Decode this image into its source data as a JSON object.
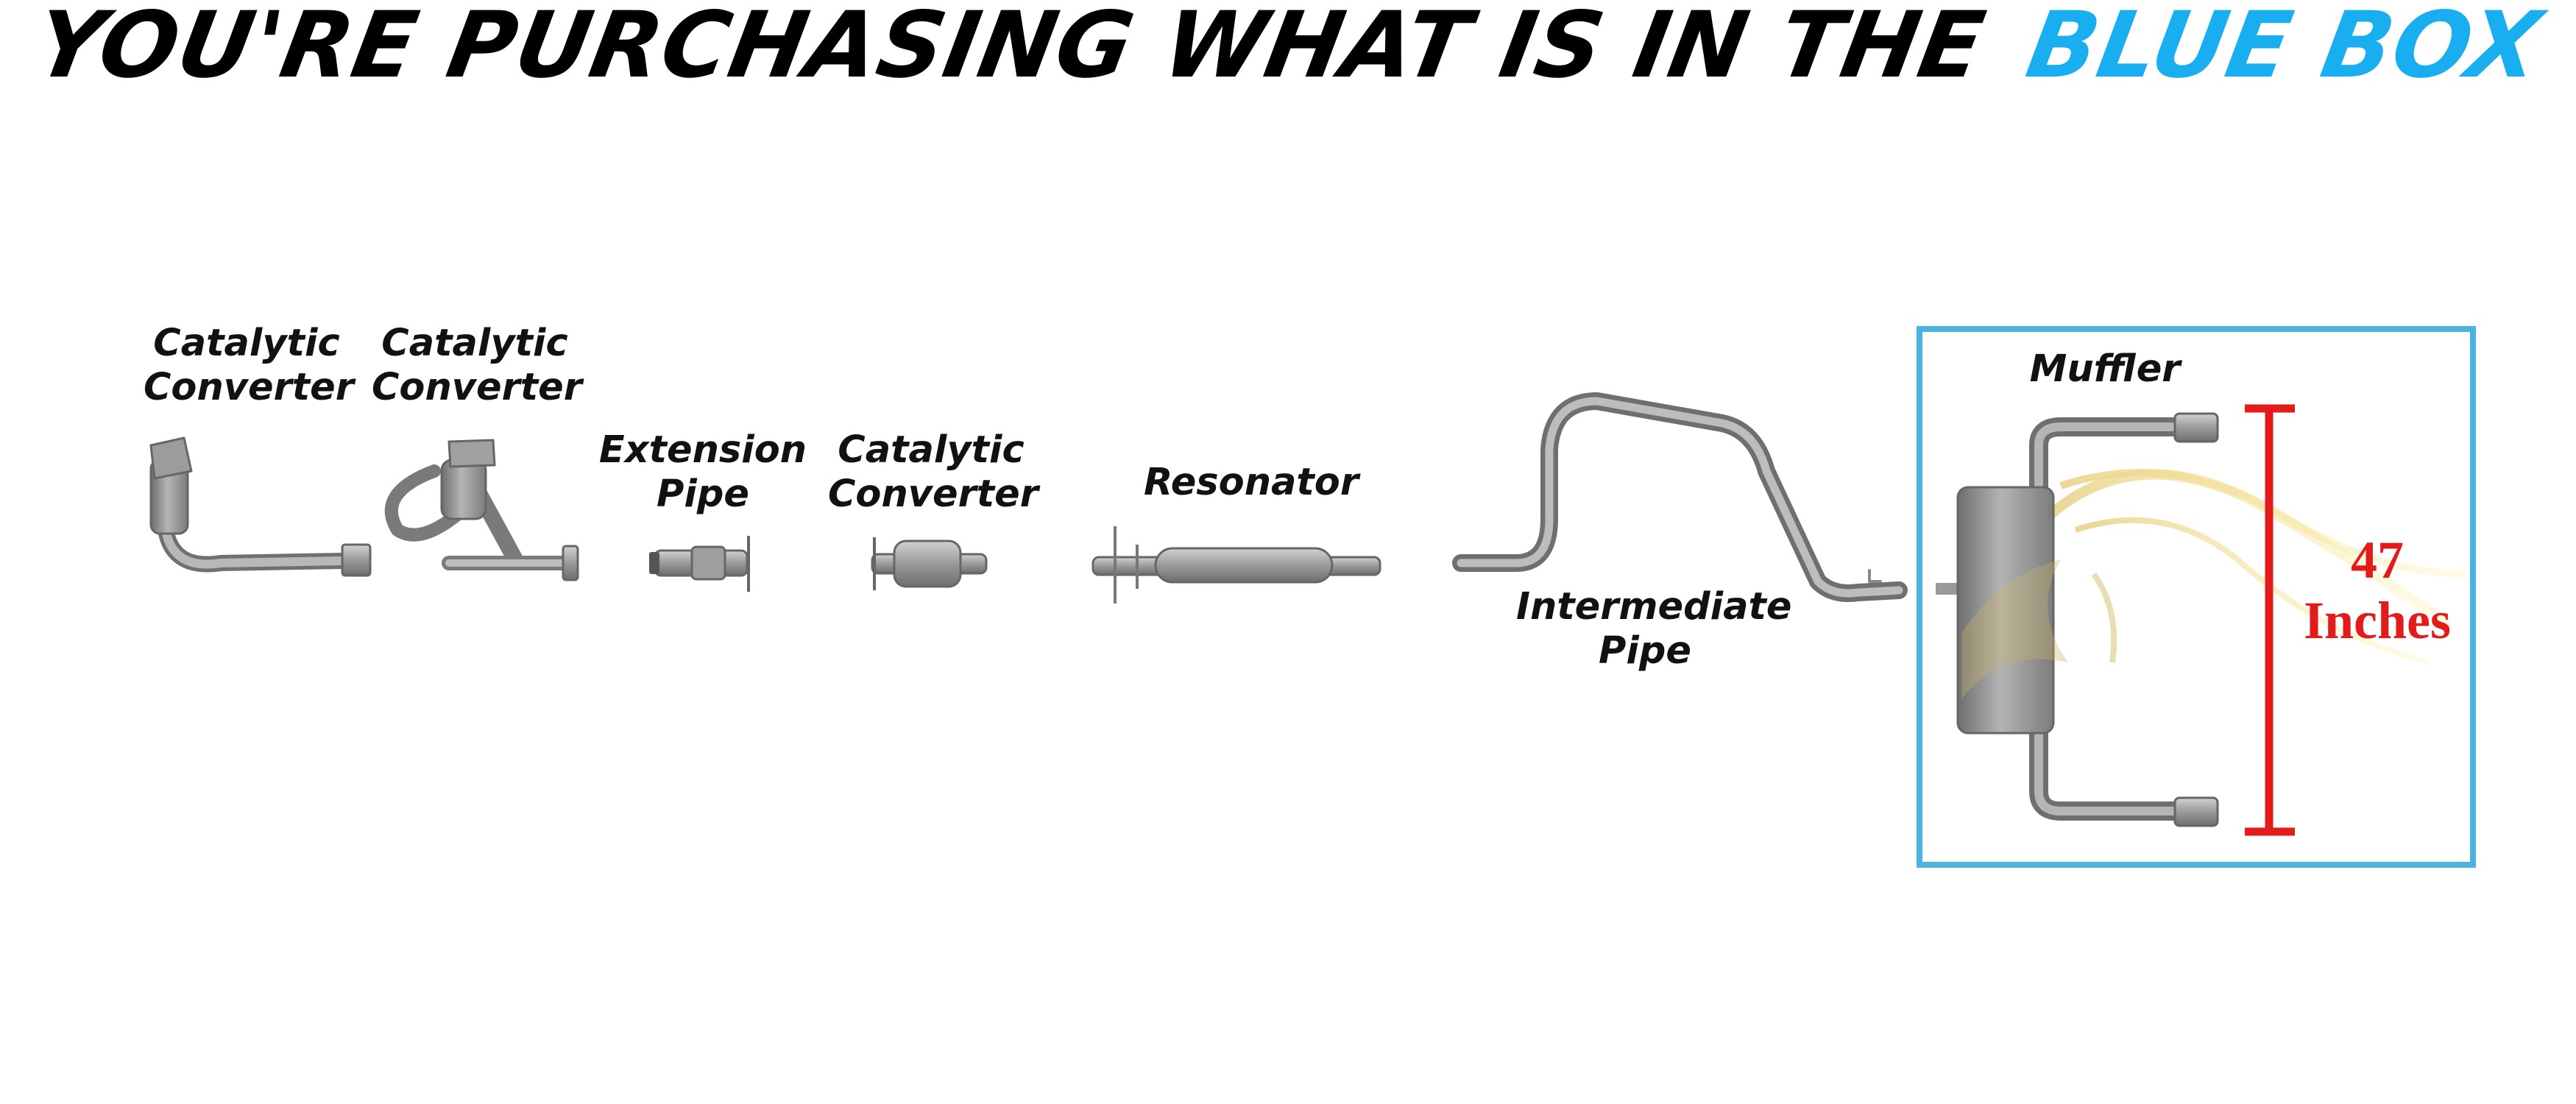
{
  "headline": {
    "prefix": "YOU'RE PURCHASING WHAT IS IN THE",
    "highlight": "BLUE BOX"
  },
  "colors": {
    "accent": "#19AEEF",
    "box_border": "#4AB3E0",
    "dimension": "#E41B1B",
    "part_metal": "#9A9A9A",
    "part_shadow": "#6E6E6E"
  },
  "parts": [
    {
      "id": "cat1",
      "icon": "catalytic-converter-icon",
      "lines": [
        "Catalytic",
        "Converter"
      ],
      "in_box": false
    },
    {
      "id": "cat2",
      "icon": "y-pipe-catalytic-converter-icon",
      "lines": [
        "Catalytic",
        "Converter"
      ],
      "in_box": false
    },
    {
      "id": "ext",
      "icon": "extension-pipe-icon",
      "lines": [
        "Extension",
        "Pipe"
      ],
      "in_box": false
    },
    {
      "id": "cat3",
      "icon": "catalytic-converter-icon",
      "lines": [
        "Catalytic",
        "Converter"
      ],
      "in_box": false
    },
    {
      "id": "res",
      "icon": "resonator-icon",
      "lines": [
        "Resonator"
      ],
      "in_box": false
    },
    {
      "id": "inter",
      "icon": "intermediate-pipe-icon",
      "lines": [
        "Intermediate",
        "Pipe"
      ],
      "in_box": false
    },
    {
      "id": "muffler",
      "icon": "muffler-icon",
      "lines": [
        "Muffler"
      ],
      "in_box": true
    }
  ],
  "dimension": {
    "value": "47",
    "unit": "Inches"
  }
}
